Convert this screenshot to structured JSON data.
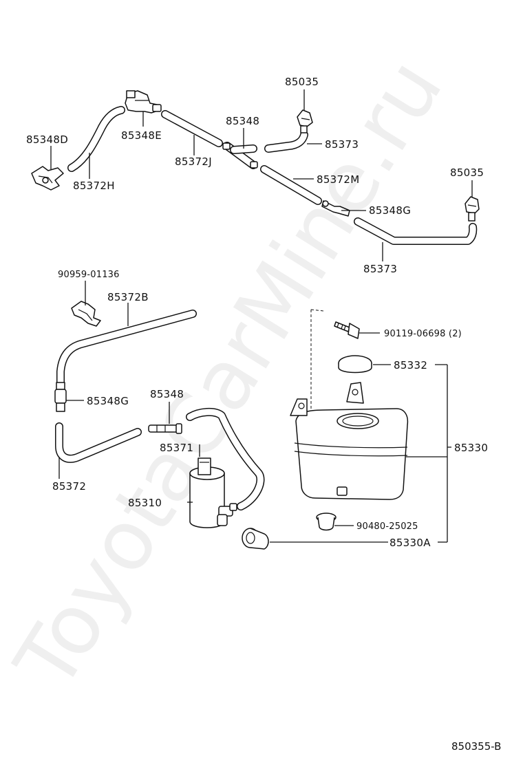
{
  "watermark": "ToyotaCarMine.ru",
  "diagram_code": "850355-B",
  "labels": {
    "p85035_a": "85035",
    "p85348d": "85348D",
    "p85348e": "85348E",
    "p85348_a": "85348",
    "p85373_a": "85373",
    "p85372j": "85372J",
    "p85372h": "85372H",
    "p85372m": "85372M",
    "p85035_b": "85035",
    "p85348g_a": "85348G",
    "p85373_b": "85373",
    "p90959": "90959-01136",
    "p85372b": "85372B",
    "p90119": "90119-06698 (2)",
    "p85332": "85332",
    "p85348g_b": "85348G",
    "p85348_b": "85348",
    "p85330": "85330",
    "p85371": "85371",
    "p85372": "85372",
    "p85310": "85310",
    "p90480": "90480-25025",
    "p85330a": "85330A"
  }
}
